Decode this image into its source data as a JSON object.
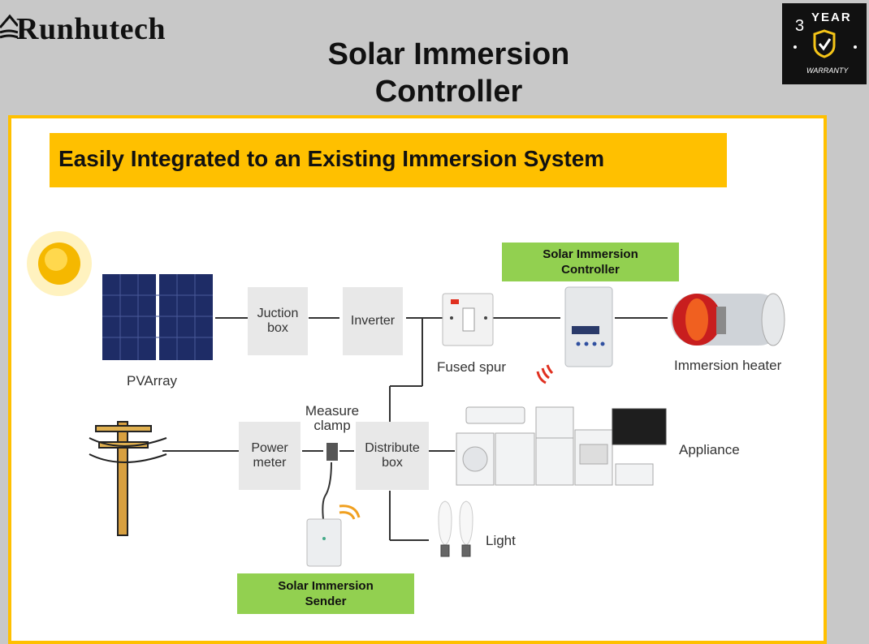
{
  "brand": {
    "name": "Runhutech"
  },
  "title": {
    "line1": "Solar Immersion",
    "line2": "Controller"
  },
  "warranty": {
    "number": "3",
    "word": "YEAR",
    "caption": "WARRANTY"
  },
  "banner": {
    "text": "Easily Integrated to an Existing Immersion System"
  },
  "nodes": {
    "pv_array": "PVArray",
    "junction_box_1": "Juction",
    "junction_box_2": "box",
    "inverter": "Inverter",
    "fused_spur": "Fused spur",
    "controller_tag_1": "Solar Immersion",
    "controller_tag_2": "Controller",
    "immersion_heater": "Immersion heater",
    "measure_clamp_1": "Measure",
    "measure_clamp_2": "clamp",
    "power_meter_1": "Power",
    "power_meter_2": "meter",
    "distribute_box_1": "Distribute",
    "distribute_box_2": "box",
    "appliance": "Appliance",
    "light": "Light",
    "sender_tag_1": "Solar Immersion",
    "sender_tag_2": "Sender"
  },
  "colors": {
    "accent": "#ffc000",
    "tag_green": "#92d050",
    "wireless_red": "#e03020",
    "wireless_orange": "#f0a020"
  }
}
